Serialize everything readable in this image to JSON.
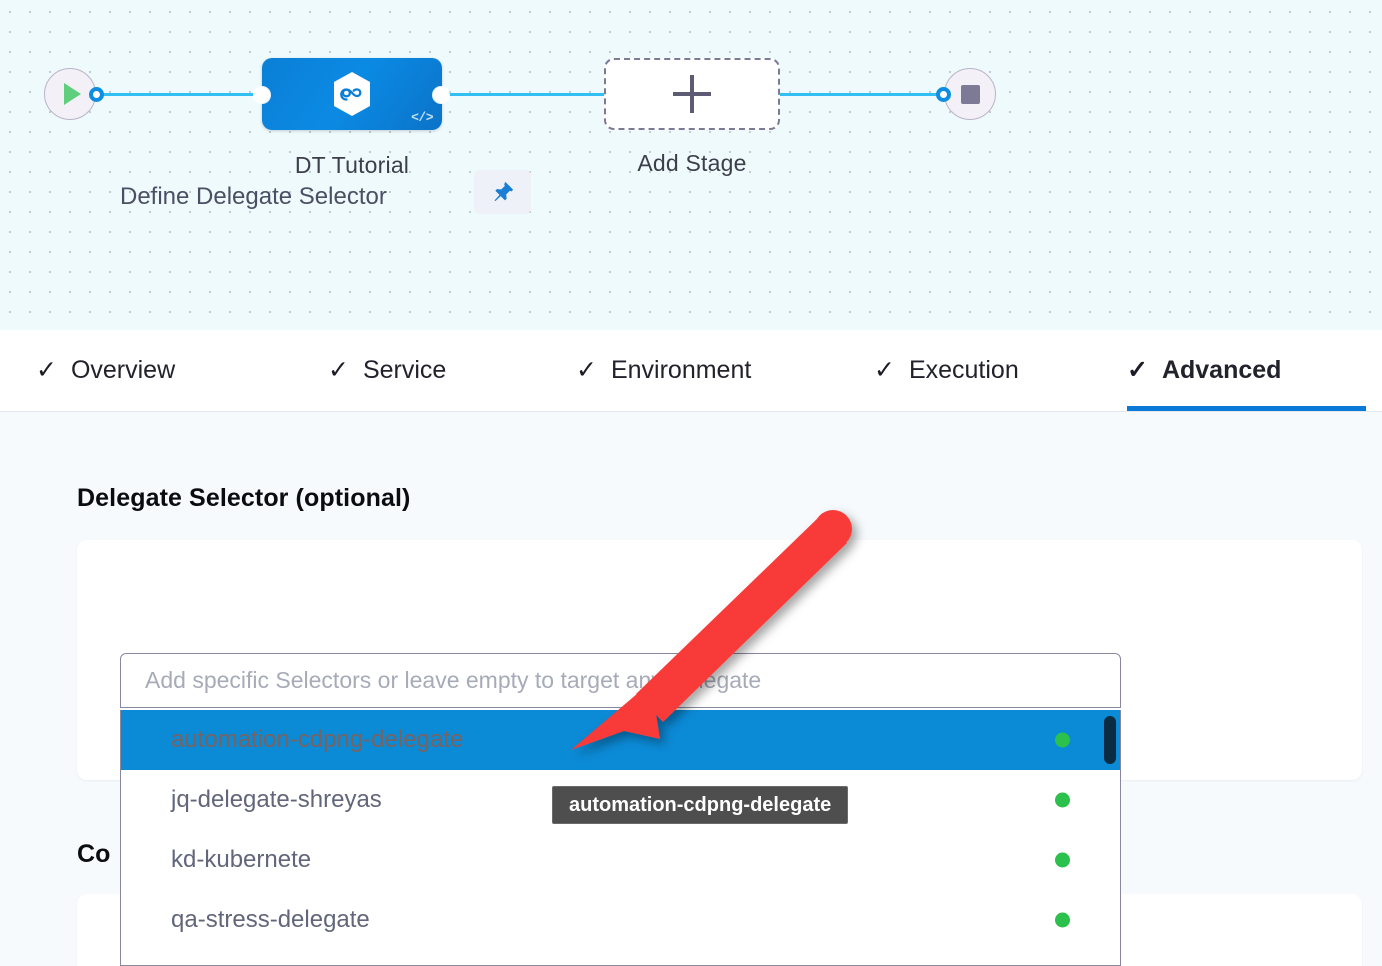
{
  "pipeline": {
    "start_node": {
      "icon": "play-icon",
      "name": "start-node"
    },
    "stop_node": {
      "icon": "stop-icon",
      "name": "stop-node"
    },
    "stage": {
      "label": "DT Tutorial",
      "icon": "harness-cd-hexagon-icon",
      "badge_icon": "code-template-icon"
    },
    "add_stage": {
      "label": "Add Stage",
      "icon": "plus-icon"
    },
    "colors": {
      "canvas_bg": "#effafd",
      "wire": "#32c0f4",
      "stage_blue": "#0b8ae4",
      "play_green": "#5fce7d"
    }
  },
  "tabs": [
    {
      "label": "Overview",
      "check": "✓",
      "active": false
    },
    {
      "label": "Service",
      "check": "✓",
      "active": false
    },
    {
      "label": "Environment",
      "check": "✓",
      "active": false
    },
    {
      "label": "Execution",
      "check": "✓",
      "active": false
    },
    {
      "label": "Advanced",
      "check": "✓",
      "active": true
    }
  ],
  "advanced": {
    "delegate_section_title": "Delegate Selector (optional)",
    "second_section_title": "Co",
    "field_label": "Define Delegate Selector",
    "pin_icon": "pin-icon",
    "selector": {
      "value": "",
      "placeholder": "Add specific Selectors or leave empty to target any Delegate"
    },
    "dropdown": {
      "options": [
        {
          "label": "automation-cdpng-delegate",
          "status": "connected",
          "selected": true
        },
        {
          "label": "jq-delegate-shreyas",
          "status": "connected",
          "selected": false
        },
        {
          "label": "kd-kubernete",
          "status": "connected",
          "selected": false
        },
        {
          "label": "qa-stress-delegate",
          "status": "connected",
          "selected": false
        }
      ],
      "status_color": "#2cc04c",
      "selected_bg": "#0b8ad6",
      "scrollbar_color": "#0b2b43"
    },
    "tooltip": {
      "text": "automation-cdpng-delegate"
    }
  },
  "annotation": {
    "arrow_color": "#f83b38",
    "points_to": "automation-cdpng-delegate"
  }
}
